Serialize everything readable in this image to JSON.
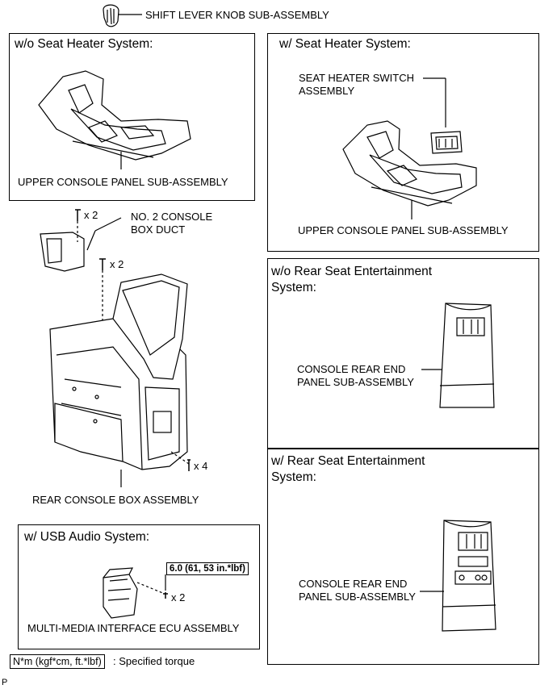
{
  "top": {
    "label": "SHIFT LEVER KNOB SUB-ASSEMBLY"
  },
  "panel_wo_heater": {
    "heading": "w/o Seat Heater System:",
    "part_label": "UPPER CONSOLE PANEL SUB-ASSEMBLY"
  },
  "panel_w_heater": {
    "heading": "w/ Seat Heater System:",
    "switch_label": "SEAT HEATER SWITCH\nASSEMBLY",
    "part_label": "UPPER CONSOLE PANEL SUB-ASSEMBLY"
  },
  "center": {
    "bolt_qty_1": "x 2",
    "duct_label": "NO. 2 CONSOLE\nBOX DUCT",
    "bolt_qty_2": "x 2",
    "bolt_qty_3": "x 4",
    "box_label": "REAR CONSOLE BOX ASSEMBLY"
  },
  "panel_wo_rse": {
    "heading": "w/o Rear Seat Entertainment\nSystem:",
    "part_label": "CONSOLE REAR END\nPANEL SUB-ASSEMBLY"
  },
  "panel_w_rse": {
    "heading": "w/ Rear Seat Entertainment\nSystem:",
    "part_label": "CONSOLE REAR END\nPANEL SUB-ASSEMBLY"
  },
  "panel_usb": {
    "heading": "w/ USB Audio System:",
    "torque": "6.0 (61, 53 in.*lbf)",
    "bolt_qty": "x 2",
    "part_label": "MULTI-MEDIA INTERFACE ECU ASSEMBLY"
  },
  "legend": {
    "unit_box": "N*m (kgf*cm, ft.*lbf)",
    "description": ": Specified torque"
  },
  "corner_mark": "P"
}
